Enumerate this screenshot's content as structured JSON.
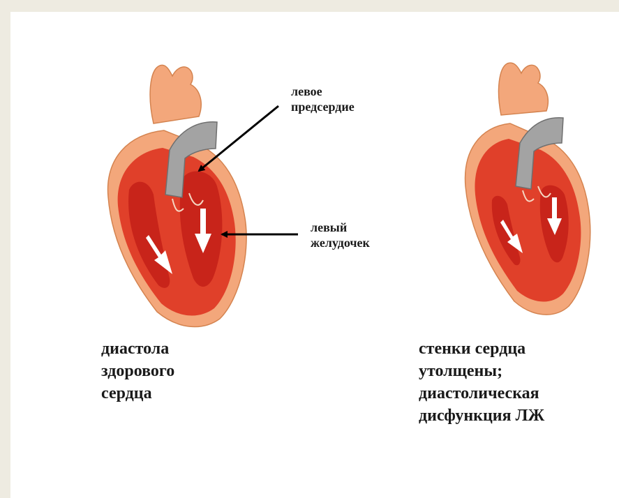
{
  "labels": {
    "left_atrium": [
      "левое",
      "предсердие"
    ],
    "left_ventricle": [
      "левый",
      "желудочек"
    ],
    "healthy_caption": [
      "диастола",
      "здорового",
      "сердца"
    ],
    "hypertrophy_caption": [
      "стенки сердца",
      "утолщены;",
      "диастолическая",
      "дисфункция ЛЖ"
    ]
  },
  "colors": {
    "background": "#eeebe1",
    "slide": "#ffffff",
    "heart_outer": "#f3a77b",
    "heart_muscle": "#e0402a",
    "chamber": "#c8241a",
    "vessel": "#a3a3a3",
    "arrow_pointer": "#000000"
  }
}
